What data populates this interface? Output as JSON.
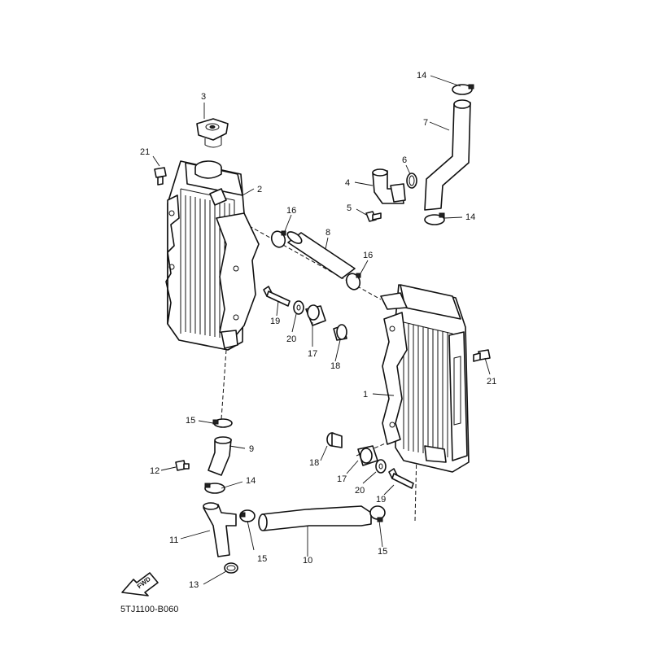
{
  "diagram_code": "5TJ1100-B060",
  "fwd_label": "FWD",
  "callouts": {
    "c1": "1",
    "c2": "2",
    "c3": "3",
    "c4": "4",
    "c5": "5",
    "c6": "6",
    "c7": "7",
    "c8": "8",
    "c9": "9",
    "c10": "10",
    "c11": "11",
    "c12": "12",
    "c13": "13",
    "c14a": "14",
    "c14b": "14",
    "c14c": "14",
    "c15a": "15",
    "c15b": "15",
    "c15c": "15",
    "c16a": "16",
    "c16b": "16",
    "c17a": "17",
    "c17b": "17",
    "c18a": "18",
    "c18b": "18",
    "c19a": "19",
    "c19b": "19",
    "c20a": "20",
    "c20b": "20",
    "c21a": "21",
    "c21b": "21"
  }
}
